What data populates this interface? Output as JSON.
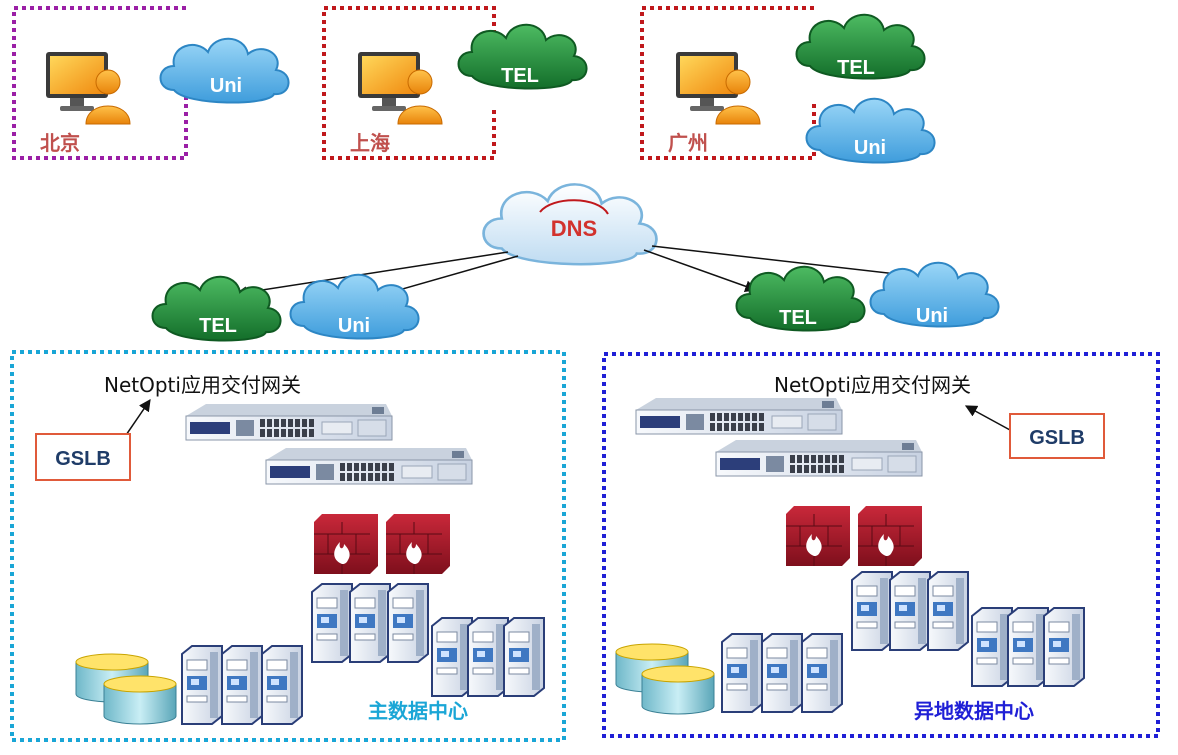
{
  "colors": {
    "beijing_border": "#9b1fa6",
    "shanghai_border": "#c0181c",
    "guangzhou_border": "#c0181c",
    "city_label": "#c0504d",
    "main_dc_border": "#1aa6d6",
    "remote_dc_border": "#1f1fd6",
    "main_dc_label": "#1aa6d6",
    "remote_dc_label": "#1f1fd6",
    "gslb_border": "#e05a3a",
    "gslb_text": "#1f3c68",
    "uni_cloud": "#5fb6e8",
    "tel_cloud": "#1f8a3a",
    "dns_cloud": "#e6f2fb",
    "dns_text": "#d2322d",
    "firewall": "#a8192a"
  },
  "clients": [
    {
      "city": "北京",
      "clouds": [
        "Uni"
      ]
    },
    {
      "city": "上海",
      "clouds": [
        "TEL"
      ]
    },
    {
      "city": "广州",
      "clouds": [
        "TEL",
        "Uni"
      ]
    }
  ],
  "dns": {
    "label": "DNS"
  },
  "isp_links": {
    "main": [
      "TEL",
      "Uni"
    ],
    "remote": [
      "TEL",
      "Uni"
    ]
  },
  "datacenters": {
    "main": {
      "label": "主数据中心",
      "gateway_label": "NetOpti应用交付网关",
      "gslb_label": "GSLB"
    },
    "remote": {
      "label": "异地数据中心",
      "gateway_label": "NetOpti应用交付网关",
      "gslb_label": "GSLB"
    }
  },
  "icons": [
    "monitor-user-icon",
    "cloud-icon",
    "server-appliance-icon",
    "firewall-icon",
    "server-rack-icon",
    "database-icon"
  ]
}
